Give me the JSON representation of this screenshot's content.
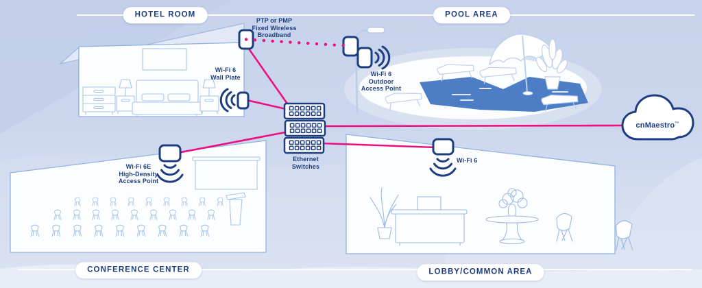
{
  "title": "Hotel hospitality network diagram",
  "colors": {
    "accent_pink": "#ec0f7e",
    "navy": "#1e3d7e",
    "pool_blue": "#4d7dc5",
    "outline_blue": "#8fb3de",
    "background": "#ccd7ee"
  },
  "area_labels": {
    "hotel_room": "HOTEL ROOM",
    "pool_area": "POOL AREA",
    "conference_center": "CONFERENCE CENTER",
    "lobby_common_area": "LOBBY/COMMON AREA"
  },
  "device_labels": {
    "ptp": [
      "PTP or PMP",
      "Fixed Wireless",
      "Broadband"
    ],
    "wall_plate": [
      "Wi-Fi 6",
      "Wall Plate"
    ],
    "outdoor_ap": [
      "Wi-Fi 6",
      "Outdoor",
      "Access Point"
    ],
    "conference_ap": [
      "Wi-Fi 6E",
      "High-Density",
      "Access Point"
    ],
    "lobby_ap": [
      "Wi-Fi 6"
    ],
    "ethernet_switches": [
      "Ethernet",
      "Switches"
    ],
    "cloud": {
      "name": "cnMaestro",
      "tm": "™"
    }
  },
  "icons": {
    "roof-ptp-radio": "rounded-rect-device",
    "pole-ptp-radio": "rounded-rect-device",
    "outdoor-access-point": "rounded-rect-device-with-waves",
    "wall-plate": "rounded-rect-device-with-waves",
    "conference-access-point": "rounded-rect-device-with-waves",
    "lobby-access-point": "rounded-rect-device-with-waves",
    "ethernet-switch": "switch-with-port-grid",
    "cloud": "cloud-outline",
    "street-lamp": "lamp-post"
  },
  "connections": [
    {
      "from": "roof-ptp-radio",
      "to": "pole-ptp-radio",
      "style": "dotted-wireless"
    },
    {
      "from": "roof-ptp-radio",
      "to": "ethernet-switches",
      "style": "solid"
    },
    {
      "from": "wall-plate",
      "to": "ethernet-switches",
      "style": "solid"
    },
    {
      "from": "conference-access-point",
      "to": "ethernet-switches",
      "style": "solid"
    },
    {
      "from": "ethernet-switches",
      "to": "lobby-access-point",
      "style": "solid"
    },
    {
      "from": "ethernet-switches",
      "to": "cnmaestro-cloud",
      "style": "solid"
    }
  ]
}
